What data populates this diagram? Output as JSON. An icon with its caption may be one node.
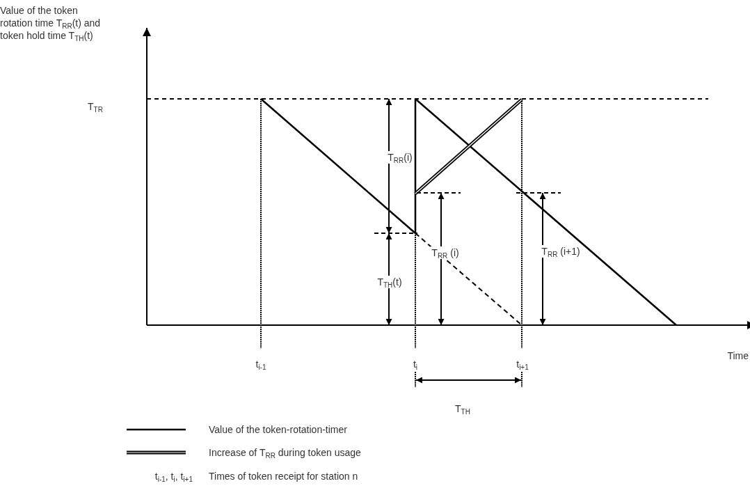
{
  "diagram": {
    "labels": [
      "Value of the token rotation time T$_{RR}$(t) and token hold time T$_{TH}$(t)",
      "T$_{TR}$",
      "T$_{RR}$(i)",
      "T$_{RR}$ (i)",
      "T$_{RR}$ (i+1)",
      "T$_{TH}$(t)",
      "t$_{i-1}$",
      "t$_{i}$",
      "Time",
      "t$_{i+1}$",
      "T$_{TH}$",
      "t$_{i-1}$, t$_{i}$, t$_{i+1}$",
      "Times of token receipt for station n"
    ],
    "legend": [
      {
        "text": "Value of the token-rotation-timer"
      },
      {
        "text": "Increase of T$_{RR}$ during token usage"
      }
    ]
  }
}
